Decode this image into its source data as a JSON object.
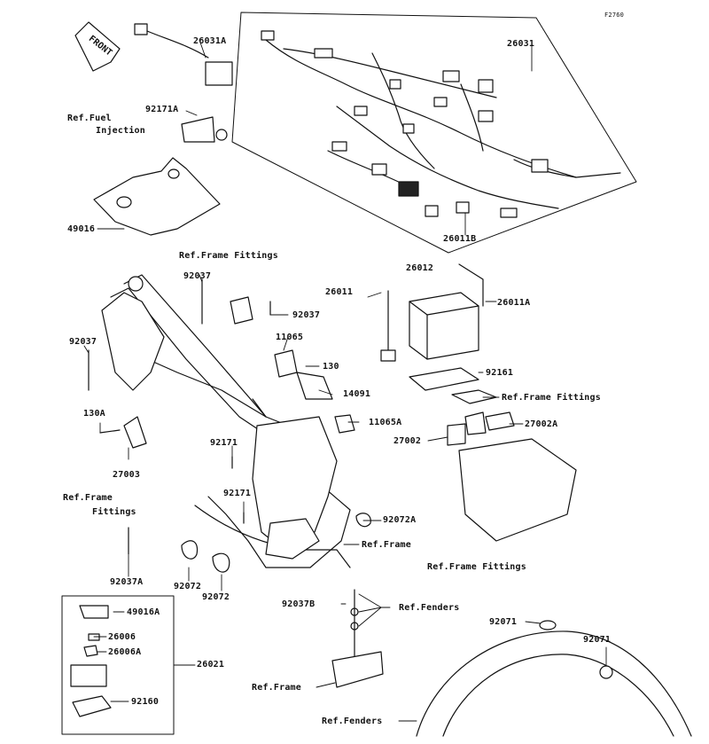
{
  "diagram": {
    "code": "F2760",
    "front_tag": "FRONT",
    "labels": {
      "p26031A": "26031A",
      "p26031": "26031",
      "p92171A": "92171A",
      "ref_fuel_1": "Ref.Fuel",
      "ref_fuel_2": "Injection",
      "p49016": "49016",
      "p26011B": "26011B",
      "ref_frame_fittings_top": "Ref.Frame Fittings",
      "p92037_a": "92037",
      "p92037_b": "92037",
      "p92037_c": "92037",
      "p11065": "11065",
      "p130": "130",
      "p14091": "14091",
      "p11065A": "11065A",
      "p26012": "26012",
      "p26011": "26011",
      "p26011A": "26011A",
      "p92161": "92161",
      "ref_frame_fittings_right": "Ref.Frame Fittings",
      "p27002A": "27002A",
      "p27002": "27002",
      "p130A": "130A",
      "p27003": "27003",
      "p92171_a": "92171",
      "p92171_b": "92171",
      "ref_frame_fittings_left_1": "Ref.Frame",
      "ref_frame_fittings_left_2": "Fittings",
      "p92072A": "92072A",
      "ref_frame": "Ref.Frame",
      "ref_frame_fittings_bottom": "Ref.Frame Fittings",
      "p92037A": "92037A",
      "p92072_a": "92072",
      "p92072_b": "92072",
      "p49016A": "49016A",
      "p26006": "26006",
      "p26006A": "26006A",
      "p26021": "26021",
      "p92160": "92160",
      "p92037B": "92037B",
      "ref_fenders_top": "Ref.Fenders",
      "ref_frame_bottom": "Ref.Frame",
      "ref_fenders_bottom": "Ref.Fenders",
      "p92071_a": "92071",
      "p92071_b": "92071"
    }
  }
}
